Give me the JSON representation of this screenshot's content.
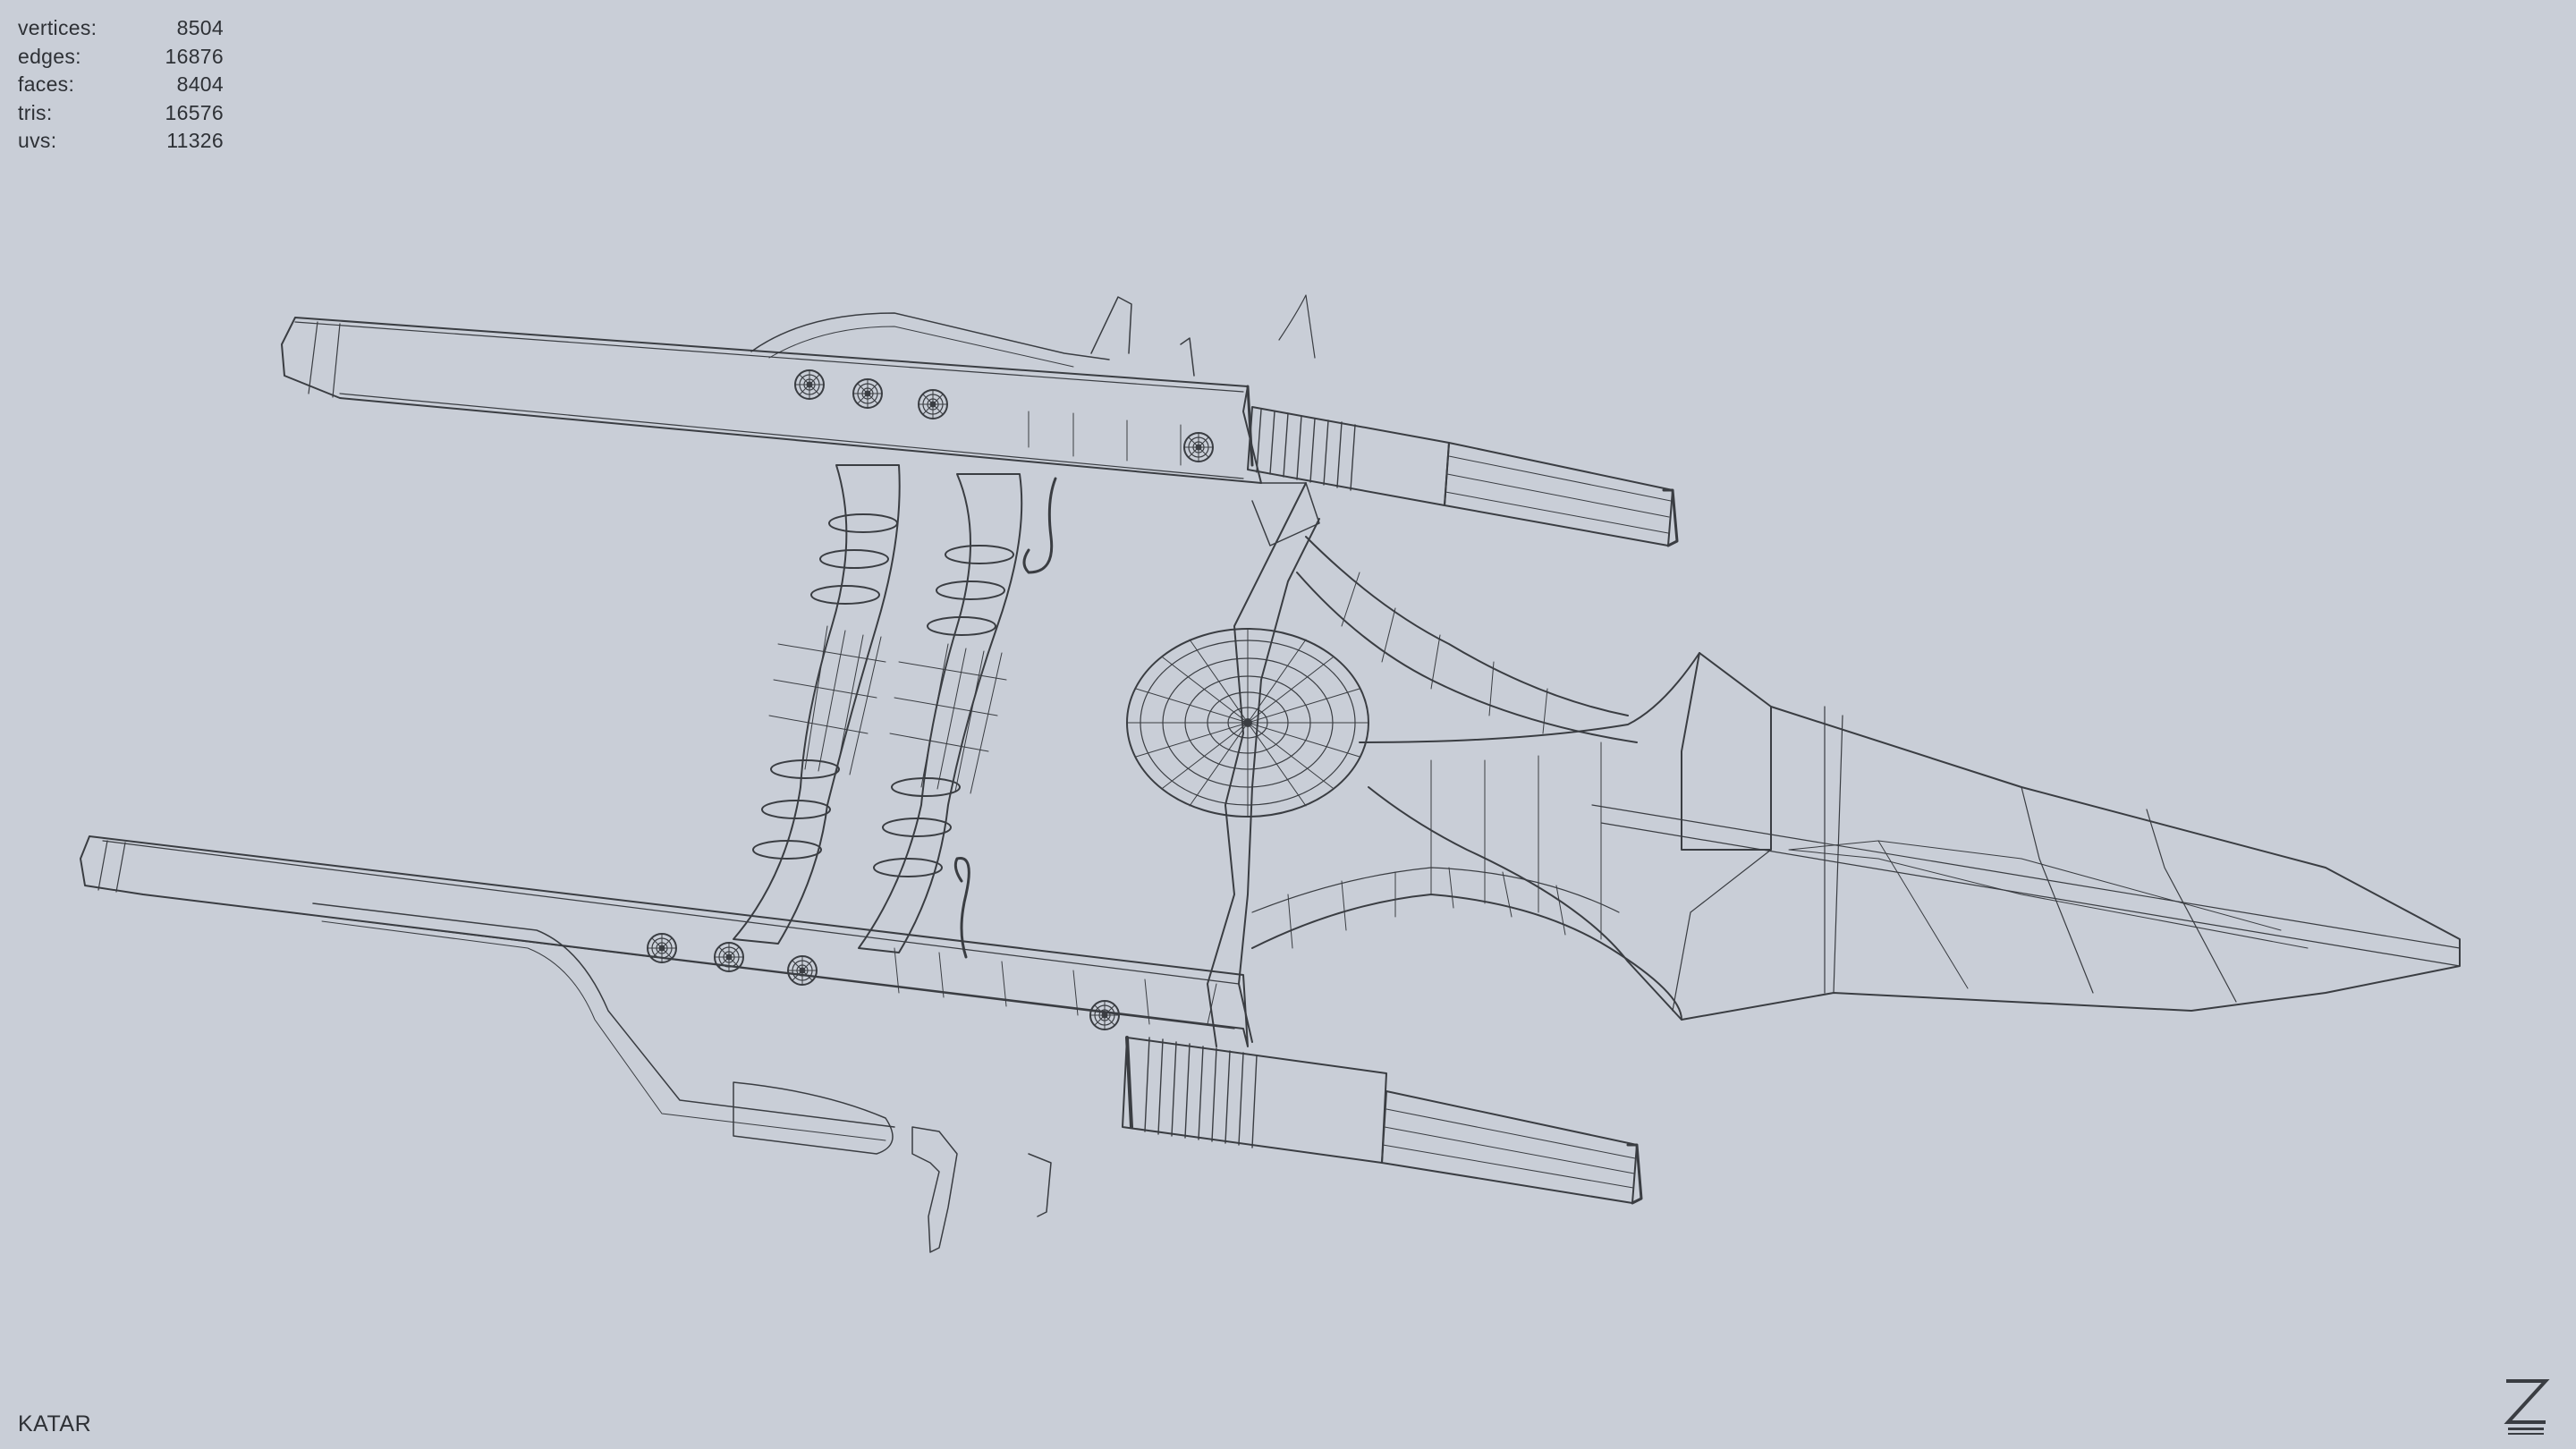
{
  "stats": [
    {
      "label": "vertices:",
      "value": "8504"
    },
    {
      "label": "edges:",
      "value": "16876"
    },
    {
      "label": "faces:",
      "value": "8404"
    },
    {
      "label": "tris:",
      "value": "16576"
    },
    {
      "label": "uvs:",
      "value": "11326"
    }
  ],
  "model_name": "KATAR",
  "colors": {
    "background": "#c9ced7",
    "wire": "#3a3d42",
    "text": "#2e3136"
  },
  "icons": {
    "logo": "z-logo-icon"
  }
}
